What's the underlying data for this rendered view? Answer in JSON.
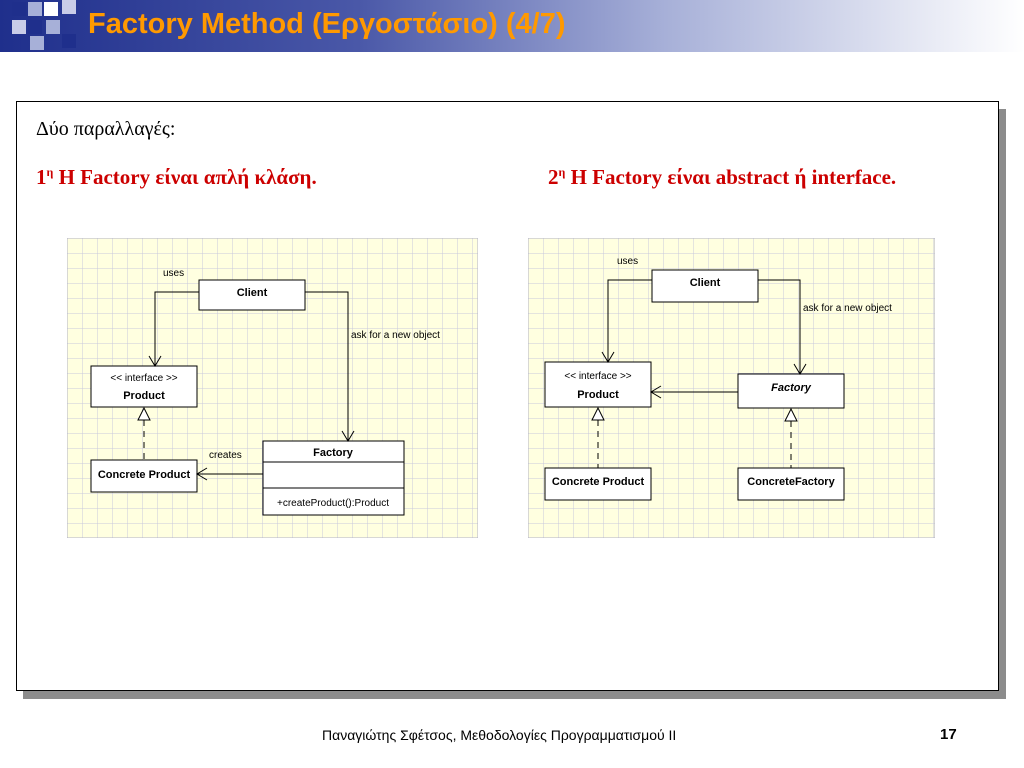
{
  "slide": {
    "title": "Factory Method (Εργοστάσιο) (4/7)",
    "intro": "Δύο παραλλαγές:",
    "variant1": {
      "num": "1",
      "sup": "η",
      "text": " H Factory είναι απλή κλάση."
    },
    "variant2": {
      "num": "2",
      "sup": "η",
      "text": " H Factory είναι abstract ή interface."
    },
    "footer": "Παναγιώτης Σφέτσος,  Μεθοδολογίες Προγραμματισμού ΙΙ",
    "page": "17"
  },
  "diagram1": {
    "client": "Client",
    "product_stereotype": "<< interface >>",
    "product": "Product",
    "concrete_product": "Concrete Product",
    "factory": "Factory",
    "factory_method": "+createProduct():Product",
    "label_uses": "uses",
    "label_ask": "ask for a new object",
    "label_creates": "creates"
  },
  "diagram2": {
    "client": "Client",
    "product_stereotype": "<< interface >>",
    "product": "Product",
    "concrete_product": "Concrete Product",
    "factory": "Factory",
    "concrete_factory": "ConcreteFactory",
    "label_uses": "uses",
    "label_ask": "ask for a new object"
  },
  "colors": {
    "title": "#ff9900",
    "variant": "#cc0000",
    "grid_bg": "#ffffe0",
    "grid_line": "#c8c8dc"
  }
}
